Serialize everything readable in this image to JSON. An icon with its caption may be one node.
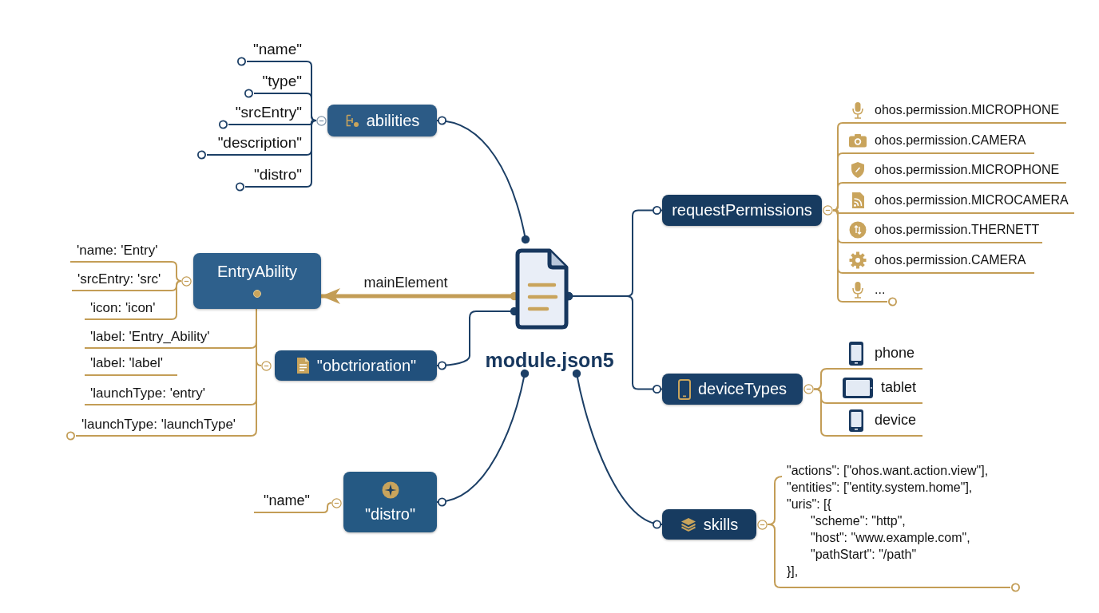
{
  "diagram": {
    "nodes": [
      {
        "text": [
          "module.json5"
        ]
      },
      {
        "text": [
          "abilities"
        ]
      },
      {
        "text": [
          "\"name\""
        ]
      },
      {
        "text": [
          "\"type\""
        ]
      },
      {
        "text": [
          "\"srcEntry\""
        ]
      },
      {
        "text": [
          "\"description\""
        ]
      },
      {
        "text": [
          "\"distro\""
        ]
      },
      {
        "text": [
          "EntryAbility"
        ]
      },
      {
        "text": [
          "'name: 'Entry'"
        ]
      },
      {
        "text": [
          "'srcEntry: 'src'"
        ]
      },
      {
        "text": [
          "'icon: 'icon'"
        ]
      },
      {
        "text": [
          "'label: 'Entry_Ability'"
        ]
      },
      {
        "text": [
          "'label: 'label'"
        ]
      },
      {
        "text": [
          "'launchType: 'entry'"
        ]
      },
      {
        "text": [
          "'launchType: 'launchType'"
        ]
      },
      {
        "text": [
          "\"obctrioration\""
        ]
      },
      {
        "text": [
          "\"distro\""
        ]
      },
      {
        "text": [
          "\"name\""
        ]
      },
      {
        "text": [
          "requestPermissions"
        ]
      },
      {
        "text": [
          "ohos.permission.MICROPHONE"
        ]
      },
      {
        "text": [
          "ohos.permission.CAMERA"
        ]
      },
      {
        "text": [
          "ohos.permission.MICROPHONE"
        ]
      },
      {
        "text": [
          "ohos.permission.MICROCAMERA"
        ]
      },
      {
        "text": [
          "ohos.permission.THERNETT"
        ]
      },
      {
        "text": [
          "ohos.permission.CAMERA"
        ]
      },
      {
        "text": [
          "..."
        ]
      },
      {
        "text": [
          "deviceTypes"
        ]
      },
      {
        "text": [
          "phone"
        ]
      },
      {
        "text": [
          "tablet"
        ]
      },
      {
        "text": [
          "device"
        ]
      },
      {
        "text": [
          "skills"
        ]
      },
      {
        "text": [
          "\"actions\": [\"ohos.want.action.view\"],",
          "\"entities\": [\"entity.system.home\"],",
          "\"uris\": [{",
          "\"scheme\": \"http\",",
          "\"host\": \"www.example.com\",",
          "\"pathStart\": \"/path\"",
          "}],"
        ]
      }
    ],
    "edges": [
      {
        "from": 0,
        "to": 1,
        "arrow": "other",
        "color": "#1c3f66"
      },
      {
        "from": 0,
        "to": 7,
        "arrow": "to",
        "label": "mainElement",
        "style": "thick"
      },
      {
        "from": 0,
        "to": 15,
        "arrow": "other",
        "color": "#1c3f66"
      },
      {
        "from": 0,
        "to": 16,
        "arrow": "other",
        "color": "#1c3f66"
      },
      {
        "from": 0,
        "to": 18,
        "arrow": "other",
        "color": "#1c3f66"
      },
      {
        "from": 0,
        "to": 26,
        "arrow": "other",
        "color": "#1c3f66"
      },
      {
        "from": 0,
        "to": 30,
        "arrow": "other",
        "color": "#1c3f66"
      },
      {
        "from": 1,
        "to": 2,
        "arrow": "other",
        "color": "#1c3f66"
      },
      {
        "from": 1,
        "to": 3,
        "arrow": "other",
        "color": "#1c3f66"
      },
      {
        "from": 1,
        "to": 4,
        "arrow": "other",
        "color": "#1c3f66"
      },
      {
        "from": 1,
        "to": 5,
        "arrow": "other",
        "color": "#1c3f66"
      },
      {
        "from": 1,
        "to": 6,
        "arrow": "other",
        "color": "#1c3f66"
      },
      {
        "from": 7,
        "to": 8,
        "arrow": "none"
      },
      {
        "from": 7,
        "to": 9,
        "arrow": "none"
      },
      {
        "from": 7,
        "to": 10,
        "arrow": "none"
      },
      {
        "from": 7,
        "to": 11,
        "arrow": "none"
      },
      {
        "from": 7,
        "to": 13,
        "arrow": "none"
      },
      {
        "from": 7,
        "to": 14,
        "arrow": "other"
      },
      {
        "from": 7,
        "to": 15,
        "arrow": "none"
      },
      {
        "from": 16,
        "to": 17,
        "arrow": "none"
      },
      {
        "from": 18,
        "to": 19,
        "arrow": "none"
      },
      {
        "from": 18,
        "to": 20,
        "arrow": "none"
      },
      {
        "from": 18,
        "to": 21,
        "arrow": "none"
      },
      {
        "from": 18,
        "to": 22,
        "arrow": "none"
      },
      {
        "from": 18,
        "to": 23,
        "arrow": "none"
      },
      {
        "from": 18,
        "to": 24,
        "arrow": "none"
      },
      {
        "from": 18,
        "to": 25,
        "arrow": "other"
      },
      {
        "from": 26,
        "to": 27,
        "arrow": "none"
      },
      {
        "from": 26,
        "to": 28,
        "arrow": "none"
      },
      {
        "from": 26,
        "to": 29,
        "arrow": "none"
      },
      {
        "from": 30,
        "to": 31,
        "arrow": "other"
      }
    ]
  }
}
